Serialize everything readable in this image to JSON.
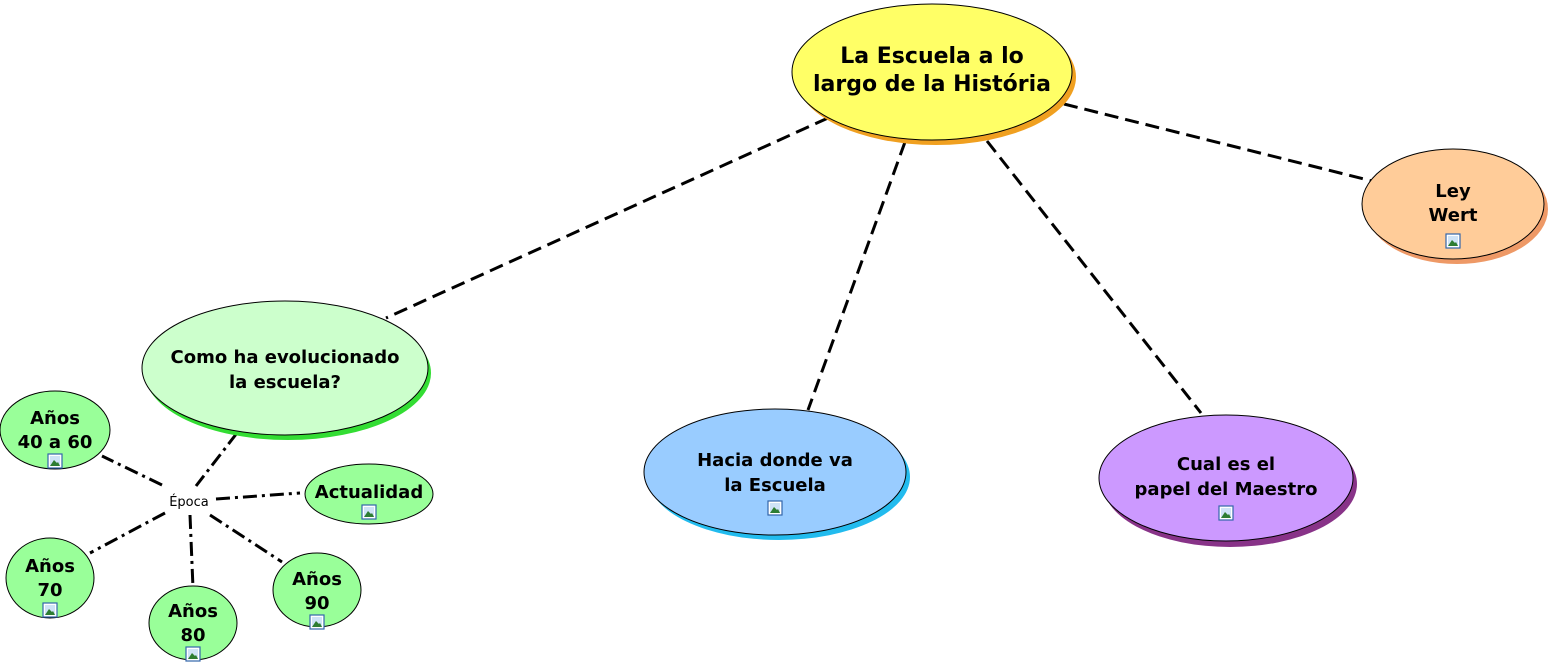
{
  "concept_map": {
    "nodes": {
      "root": {
        "lines": [
          "La Escuela a lo",
          "largo de la História"
        ],
        "fill": "#ffff66",
        "shadow": "#f0a020"
      },
      "evolucion": {
        "lines": [
          "Como ha evolucionado",
          "la escuela?"
        ],
        "fill": "#ccffcc",
        "shadow": "#33dd33"
      },
      "hacia": {
        "lines": [
          "Hacia donde va",
          "la Escuela"
        ],
        "fill": "#99ccff",
        "shadow": "#22bbee"
      },
      "maestro": {
        "lines": [
          "Cual es el",
          "papel del Maestro"
        ],
        "fill": "#cc99ff",
        "shadow": "#883388"
      },
      "wert": {
        "lines": [
          "Ley",
          "Wert"
        ],
        "fill": "#ffcc99",
        "shadow": "#ee9966"
      },
      "anos4060": {
        "lines": [
          "Años",
          "40 a 60"
        ],
        "fill": "#99ff99",
        "shadow": "#99ff99"
      },
      "actualidad": {
        "lines": [
          "Actualidad"
        ],
        "fill": "#99ff99",
        "shadow": "#99ff99"
      },
      "anos70": {
        "lines": [
          "Años",
          "70"
        ],
        "fill": "#99ff99",
        "shadow": "#99ff99"
      },
      "anos80": {
        "lines": [
          "Años",
          "80"
        ],
        "fill": "#99ff99",
        "shadow": "#99ff99"
      },
      "anos90": {
        "lines": [
          "Años",
          "90"
        ],
        "fill": "#99ff99",
        "shadow": "#99ff99"
      }
    },
    "link_label": "Época",
    "icon": "image-attachment-icon"
  }
}
